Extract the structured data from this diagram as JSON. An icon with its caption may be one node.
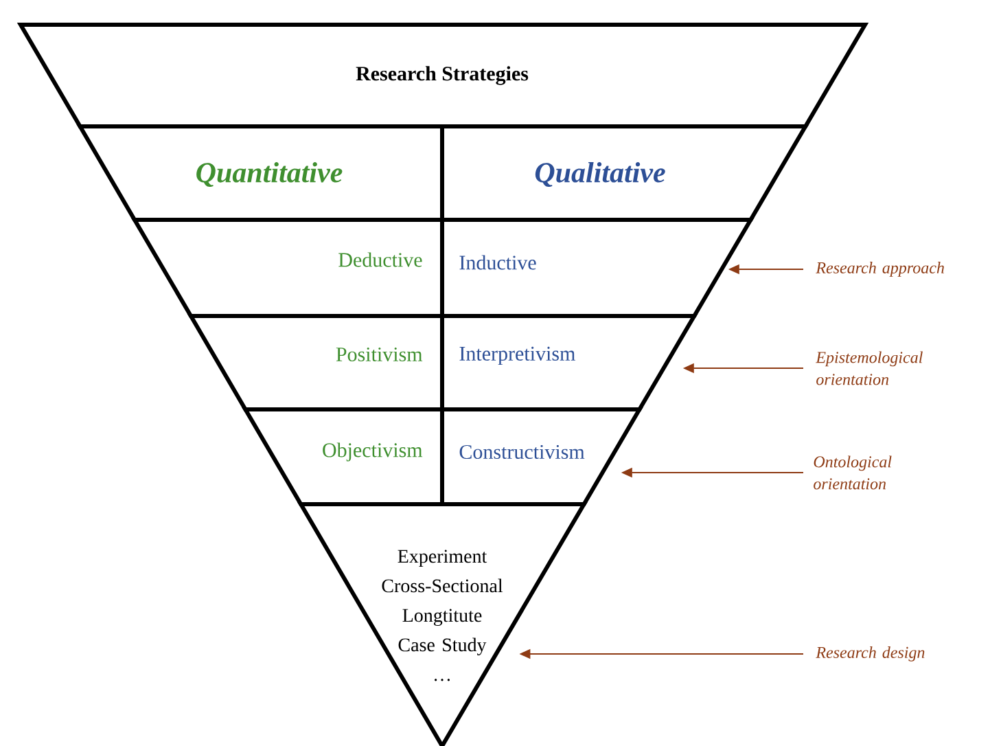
{
  "diagram": {
    "nodes": [
      {
        "text": [
          "Research Strategies"
        ]
      },
      {
        "text": [
          "Quantitative"
        ]
      },
      {
        "text": [
          "Qualitative"
        ]
      },
      {
        "text": [
          "Deductive"
        ]
      },
      {
        "text": [
          "Inductive"
        ]
      },
      {
        "text": [
          "Positivism"
        ]
      },
      {
        "text": [
          "Interpretivism"
        ]
      },
      {
        "text": [
          "Objectivism"
        ]
      },
      {
        "text": [
          "Constructivism"
        ]
      },
      {
        "text": [
          "Experiment",
          "Cross-Sectional",
          "Longtitute",
          "Case Study",
          "…"
        ]
      },
      {
        "text": [
          "Research approach"
        ]
      },
      {
        "text": [
          "Epistemological orientation"
        ]
      },
      {
        "text": [
          "Ontological orientation"
        ]
      },
      {
        "text": [
          "Research design"
        ]
      }
    ],
    "edges": [
      {
        "from": 10,
        "to": 4,
        "arrow": "to"
      },
      {
        "from": 11,
        "to": 6,
        "arrow": "to"
      },
      {
        "from": 12,
        "to": 8,
        "arrow": "to"
      },
      {
        "from": 13,
        "to": 9,
        "arrow": "to"
      }
    ]
  }
}
